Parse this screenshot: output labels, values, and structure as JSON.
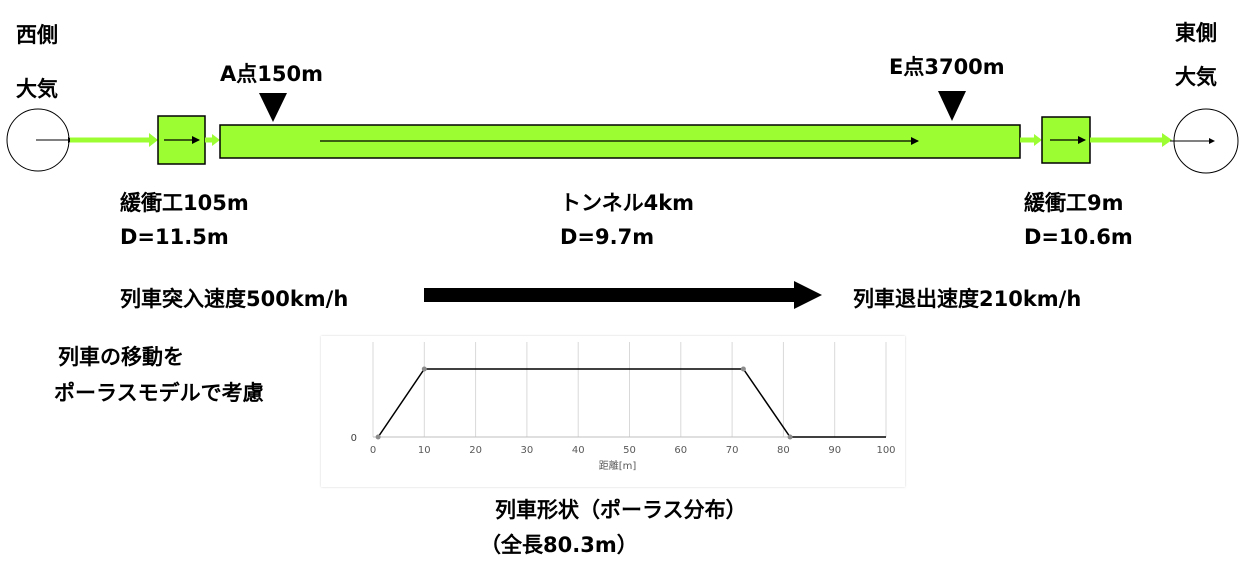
{
  "west": {
    "side": "西側",
    "atmosphere": "大気"
  },
  "east": {
    "side": "東側",
    "atmosphere": "大気"
  },
  "marker_a": "A点150m",
  "marker_e": "E点3700m",
  "buffer_west": {
    "label": "緩衝工105m",
    "diameter": "D=11.5m"
  },
  "tunnel": {
    "label": "トンネル4km",
    "diameter": "D=9.7m"
  },
  "buffer_east": {
    "label": "緩衝工9m",
    "diameter": "D=10.6m"
  },
  "entry_speed": "列車突入速度500km/h",
  "exit_speed": "列車退出速度210km/h",
  "porous_note": {
    "line1": "列車の移動を",
    "line2": "ポーラスモデルで考慮"
  },
  "caption": {
    "line1": "列車形状（ポーラス分布）",
    "line2": "（全長80.3m）"
  },
  "colors": {
    "tube": "#9bfd32",
    "arrow": "#000000"
  },
  "chart_data": {
    "type": "line",
    "xlabel": "距離[m]",
    "ylabel": "",
    "x_ticks": [
      0,
      10,
      20,
      30,
      40,
      50,
      60,
      70,
      80,
      90,
      100
    ],
    "y_ticks": [
      0
    ],
    "xlim": [
      0,
      100
    ],
    "ylim": [
      0,
      1
    ],
    "series": [
      {
        "x": [
          1,
          10,
          72.2,
          81.3,
          100
        ],
        "y": [
          0,
          1,
          1,
          0,
          0
        ]
      }
    ],
    "grid": "vertical"
  }
}
